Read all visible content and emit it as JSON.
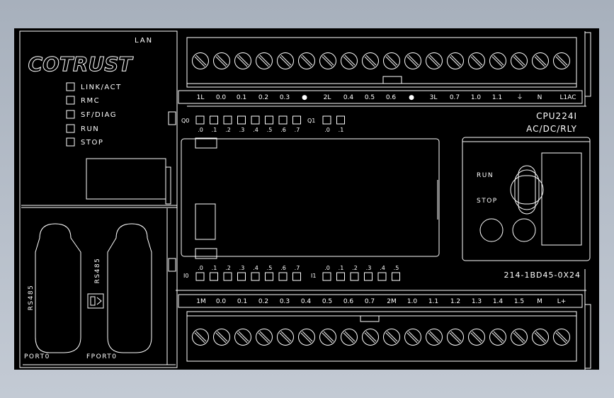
{
  "brand": "COTRUST",
  "lan_label": "LAN",
  "status_leds": [
    "LINK/ACT",
    "RMC",
    "SF/DIAG",
    "RUN",
    "STOP"
  ],
  "model": "CPU224I",
  "power_type": "AC/DC/RLY",
  "part_number": "214-1BD45-0X24",
  "switch": {
    "run": "RUN",
    "stop": "STOP"
  },
  "top_terminal_labels": [
    "1L",
    "0.0",
    "0.1",
    "0.2",
    "0.3",
    "●",
    "2L",
    "0.4",
    "0.5",
    "0.6",
    "●",
    "3L",
    "0.7",
    "1.0",
    "1.1",
    "⏚",
    "N",
    "L1AC"
  ],
  "bottom_terminal_labels": [
    "1M",
    "0.0",
    "0.1",
    "0.2",
    "0.3",
    "0.4",
    "0.5",
    "0.6",
    "0.7",
    "2M",
    "1.0",
    "1.1",
    "1.2",
    "1.3",
    "1.4",
    "1.5",
    "M",
    "L+"
  ],
  "output_leds": {
    "group0": {
      "label": "Q0",
      "bits": [
        ".0",
        ".1",
        ".2",
        ".3",
        ".4",
        ".5",
        ".6",
        ".7"
      ]
    },
    "group1": {
      "label": "Q1",
      "bits": [
        ".0",
        ".1"
      ]
    }
  },
  "input_leds": {
    "group0": {
      "label": "I0",
      "bits": [
        ".0",
        ".1",
        ".2",
        ".3",
        ".4",
        ".5",
        ".6",
        ".7"
      ]
    },
    "group1": {
      "label": "I1",
      "bits": [
        ".0",
        ".1",
        ".2",
        ".3",
        ".4",
        ".5"
      ]
    }
  },
  "ports": {
    "rs485_label": "RS485",
    "port0": "PORT0",
    "fport0": "FPORT0"
  },
  "colors": {
    "background": "#000000",
    "line": "#ffffff",
    "frame": "#a7b0bc"
  }
}
